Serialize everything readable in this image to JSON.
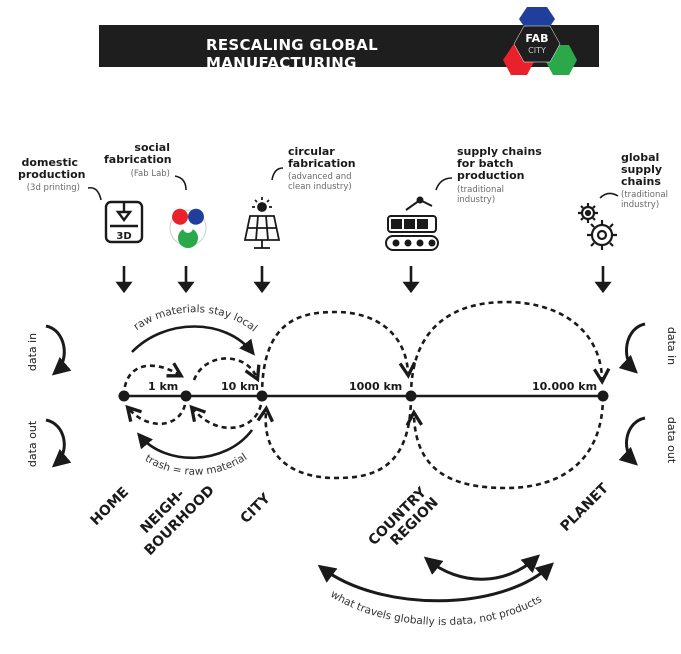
{
  "header": {
    "title": "RESCALING GLOBAL MANUFACTURING",
    "logo_line1": "FAB",
    "logo_line2": "CITY"
  },
  "producers": [
    {
      "title": [
        "domestic",
        "production"
      ],
      "sub": [
        "(3d printing)"
      ],
      "icon": "3d-printer-icon",
      "icon_text": "3D"
    },
    {
      "title": [
        "social",
        "fabrication"
      ],
      "sub": [
        "(Fab Lab)"
      ],
      "icon": "fab-lab-logo-icon"
    },
    {
      "title": [
        "circular",
        "fabrication"
      ],
      "sub": [
        "(advanced and",
        "clean industry)"
      ],
      "icon": "solar-panel-icon"
    },
    {
      "title": [
        "supply chains",
        "for batch",
        "production"
      ],
      "sub": [
        "(traditional",
        "industry)"
      ],
      "icon": "assembly-line-icon"
    },
    {
      "title": [
        "global",
        "supply",
        "chains"
      ],
      "sub": [
        "(traditional",
        "industry)"
      ],
      "icon": "gears-icon"
    }
  ],
  "distances": [
    "1 km",
    "10 km",
    "1000 km",
    "10.000 km"
  ],
  "scales": [
    "HOME",
    "NEIGH-",
    "BOURHOOD",
    "CITY",
    "COUNTRY",
    "REGION",
    "PLANET"
  ],
  "flows": {
    "local_materials": "raw materials stay local",
    "trash": "trash = raw material",
    "global_data": "what travels globally is data, not products",
    "data_in": "data in",
    "data_out": "data out"
  },
  "colors": {
    "header_bg": "#1e1e1e",
    "logo_red": "#e8212b",
    "logo_green": "#2aa84a",
    "logo_blue": "#1f3f9a",
    "ink": "#1a1a1a"
  }
}
